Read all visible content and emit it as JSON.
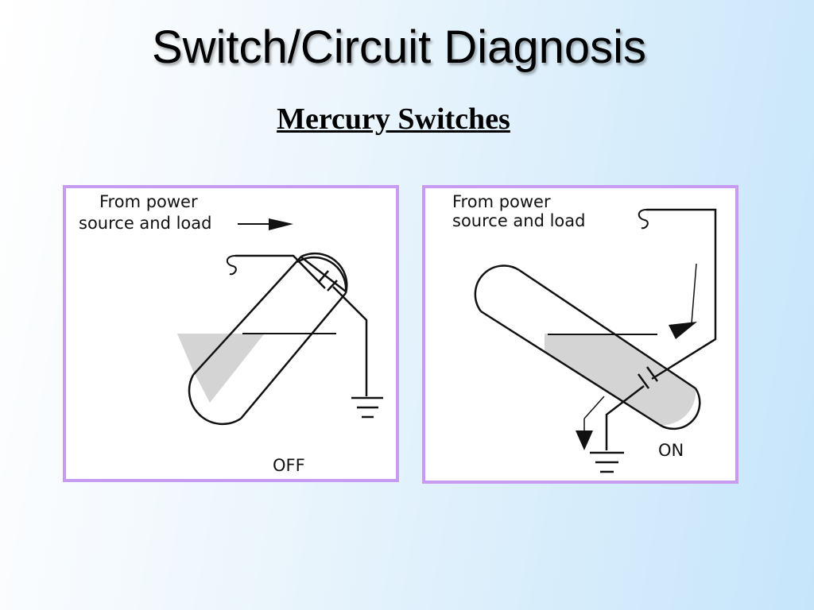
{
  "slide": {
    "title": "Switch/Circuit Diagnosis",
    "subtitle": "Mercury Switches"
  },
  "panels": [
    {
      "label_line1": "From power",
      "label_line2": "source and load",
      "state": "OFF"
    },
    {
      "label_line1": "From power",
      "label_line2": "source and load",
      "state": "ON"
    }
  ],
  "colors": {
    "panel_border": "#c79bf2",
    "mercury_fill": "#d4d4d4",
    "background_end": "#c6e5fb"
  }
}
